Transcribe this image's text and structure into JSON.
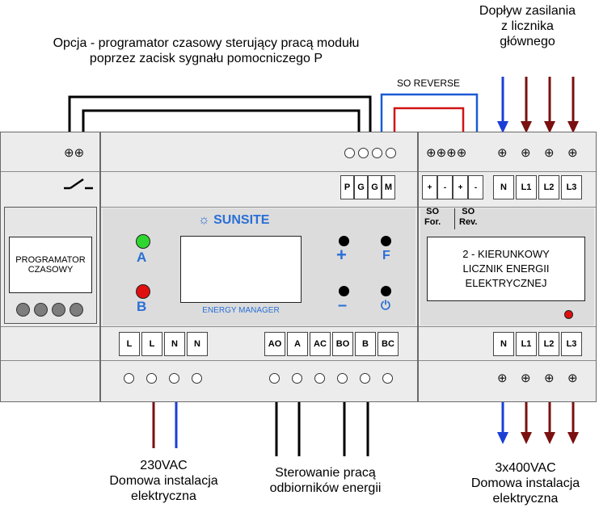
{
  "labels": {
    "option_line1": "Opcja - programator czasowy sterujący pracą modułu",
    "option_line2": "poprzez zacisk sygnału pomocniczego P",
    "supply_line1": "Dopływ zasilania",
    "supply_line2": "z licznika",
    "supply_line3": "głównego",
    "so_reverse": "SO REVERSE",
    "left_bottom_1": "230VAC",
    "left_bottom_2": "Domowa instalacja",
    "left_bottom_3": "elektryczna",
    "mid_bottom_1": "Sterowanie pracą",
    "mid_bottom_2": "odbiorników energii",
    "right_bottom_1": "3x400VAC",
    "right_bottom_2": "Domowa instalacja",
    "right_bottom_3": "elektryczna"
  },
  "programmer": {
    "screws": "⊕⊕",
    "switch_symbol": "⌐",
    "label_1": "PROGRAMATOR",
    "label_2": "CZASOWY"
  },
  "manager": {
    "brand": "SUNSITE",
    "model": "ENERGY MANAGER",
    "top_circles": "○○○○",
    "top_terminals": [
      "P",
      "G",
      "G",
      "M"
    ],
    "bottom_left_terminals": [
      "L",
      "L",
      "N",
      "N"
    ],
    "bottom_right_terminals": [
      "AO",
      "A",
      "AC",
      "BO",
      "B",
      "BC"
    ],
    "led_a": "A",
    "led_b": "B",
    "btn_plus": "+",
    "btn_f": "F",
    "btn_minus": "–",
    "btn_power": "⏻",
    "colors": {
      "led_a": "#2fd62f",
      "led_b": "#e01010",
      "accent": "#2a6fd6"
    }
  },
  "meter": {
    "top_screws": "⊕⊕⊕⊕",
    "top_terminals_small": [
      "+",
      "-",
      "+",
      "-"
    ],
    "phase_terminals": [
      "N",
      "L1",
      "L2",
      "L3"
    ],
    "so_for_1": "SO",
    "so_for_2": "For.",
    "so_rev_1": "SO",
    "so_rev_2": "Rev.",
    "display_1": "2 - KIERUNKOWY",
    "display_2": "LICZNIK ENERGII",
    "display_3": "ELEKTRYCZNEJ",
    "bottom_terminals": [
      "N",
      "L1",
      "L2",
      "L3"
    ]
  }
}
